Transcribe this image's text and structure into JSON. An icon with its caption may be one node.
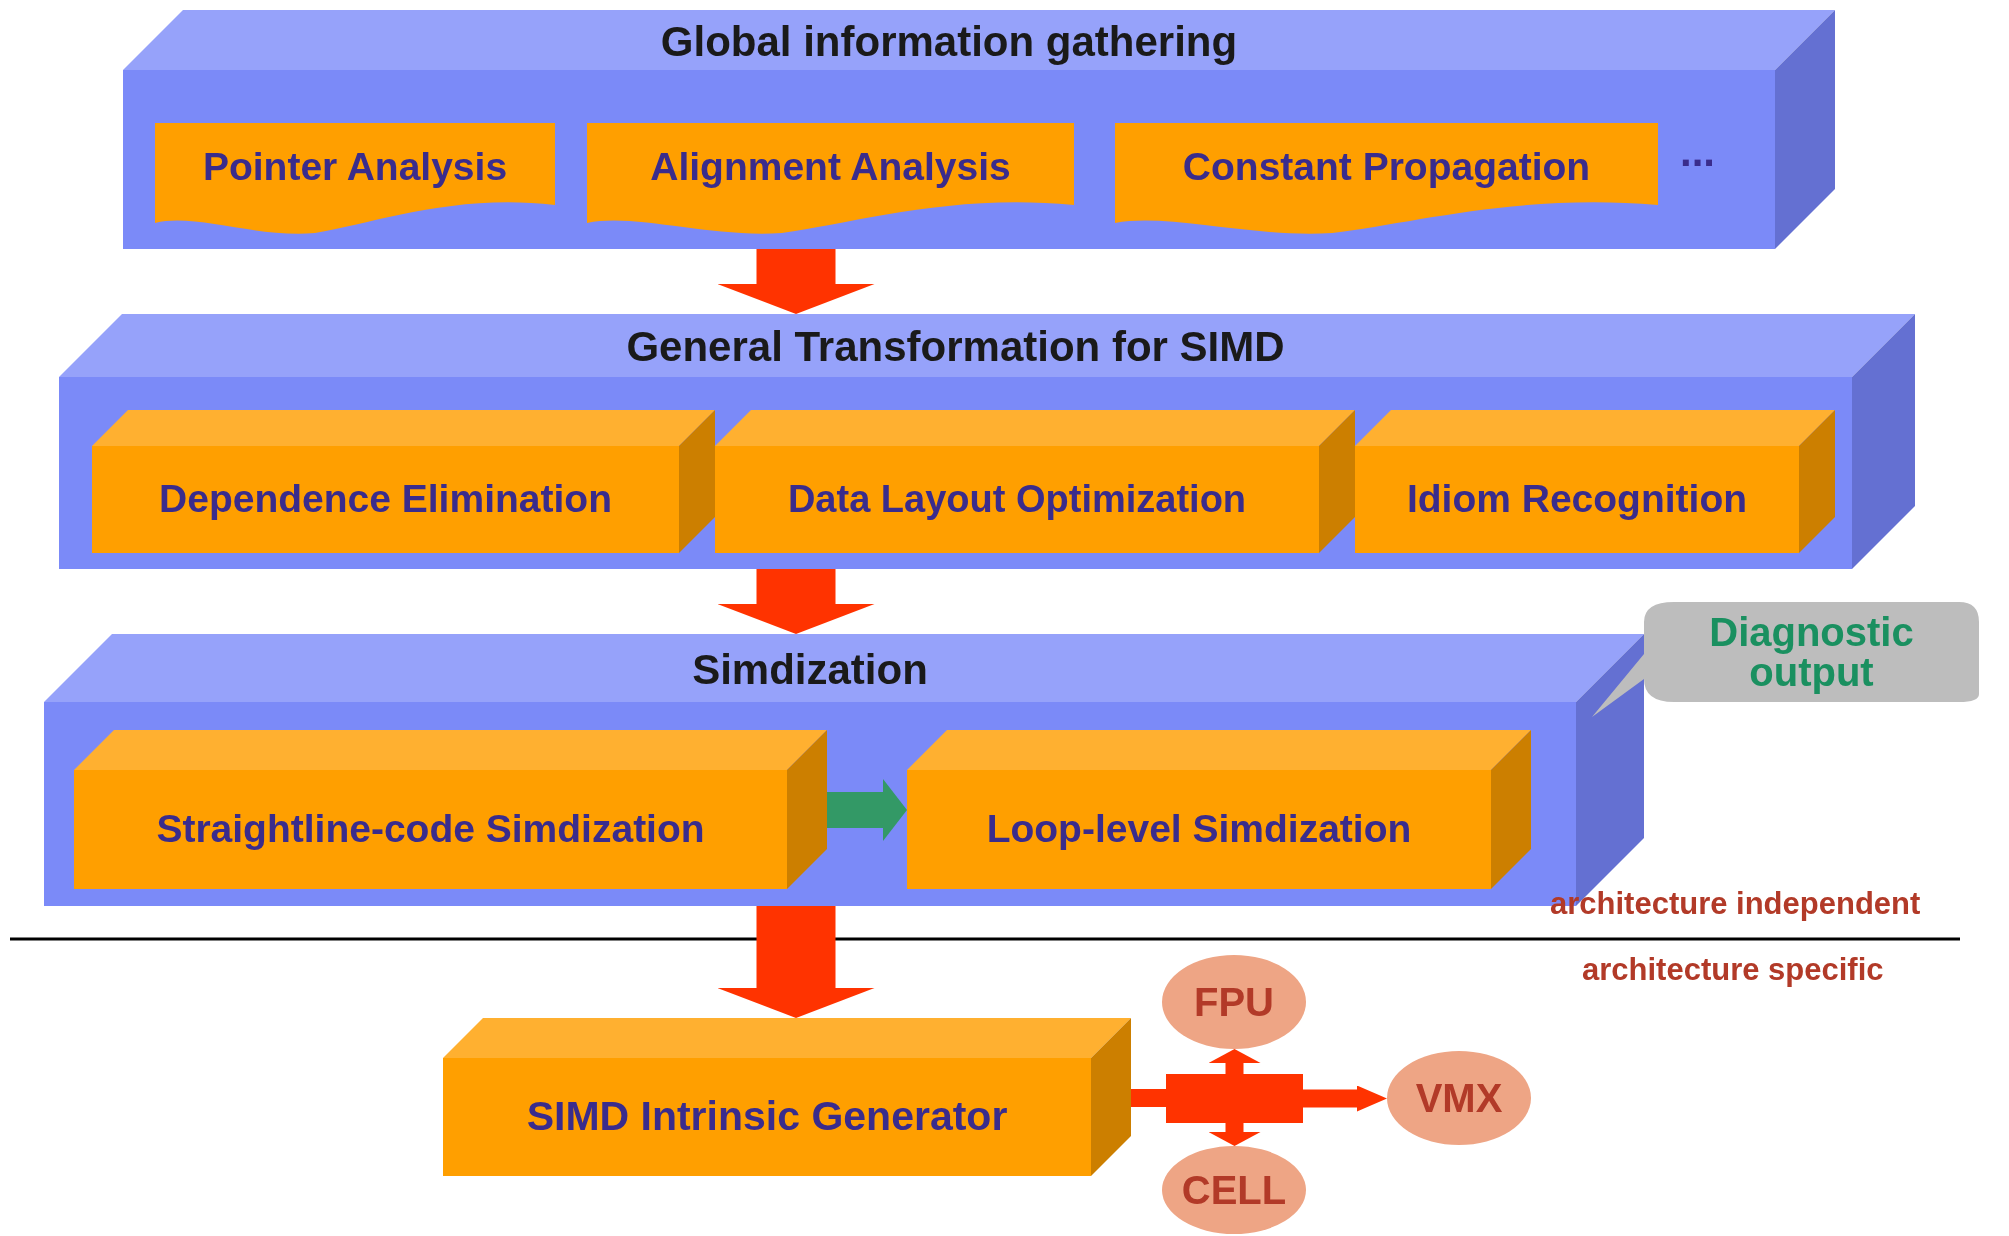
{
  "diagram": {
    "nodes": [
      {
        "text": [
          "Global information gathering"
        ]
      },
      {
        "text": [
          "Pointer Analysis"
        ],
        "in": 0
      },
      {
        "text": [
          "Alignment Analysis"
        ],
        "in": 0
      },
      {
        "text": [
          "Constant Propagation"
        ],
        "in": 0
      },
      {
        "text": [
          "General Transformation for SIMD"
        ]
      },
      {
        "text": [
          "Dependence Elimination"
        ],
        "in": 4
      },
      {
        "text": [
          "Data Layout Optimization"
        ],
        "in": 4
      },
      {
        "text": [
          "Idiom Recognition"
        ],
        "in": 4
      },
      {
        "text": [
          "Simdization"
        ]
      },
      {
        "text": [
          "Straightline-code Simdization"
        ],
        "in": 8
      },
      {
        "text": [
          "Loop-level Simdization"
        ],
        "in": 8
      },
      {
        "text": [
          "Diagnostic output"
        ]
      },
      {
        "text": [
          "SIMD Intrinsic Generator"
        ]
      },
      {
        "text": [
          "FPU"
        ]
      },
      {
        "text": [
          "VMX"
        ]
      },
      {
        "text": [
          "CELL"
        ]
      },
      {
        "text": [],
        "shape": "box"
      }
    ],
    "edges": [
      {
        "from": 0,
        "to": 4,
        "arrow": "to",
        "style": "thick"
      },
      {
        "from": 4,
        "to": 8,
        "arrow": "to",
        "style": "thick"
      },
      {
        "from": 9,
        "to": 10,
        "arrow": "to",
        "style": "thick",
        "color": "#339966"
      },
      {
        "from": 8,
        "to": 12,
        "arrow": "to",
        "style": "thick"
      },
      {
        "from": 12,
        "to": 16,
        "arrow": "none"
      },
      {
        "from": 16,
        "to": 13,
        "arrow": "to"
      },
      {
        "from": 16,
        "to": 14,
        "arrow": "to"
      },
      {
        "from": 16,
        "to": 15,
        "arrow": "to"
      }
    ],
    "labels": [
      "...",
      "architecture independent",
      "architecture specific"
    ]
  }
}
